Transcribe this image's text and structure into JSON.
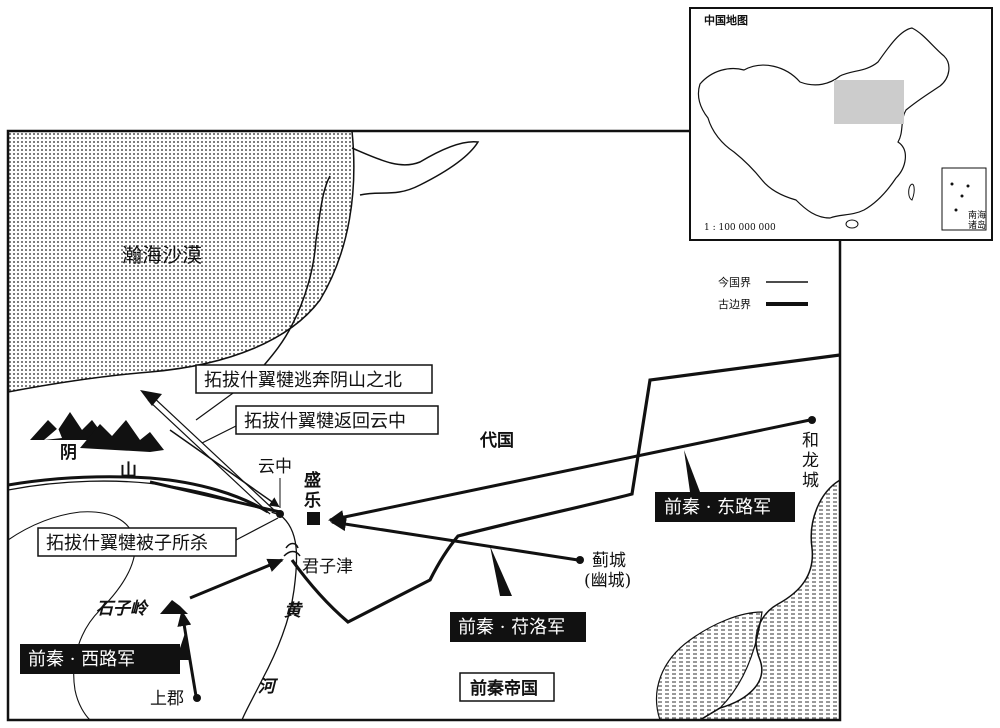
{
  "inset": {
    "title": "中国地图",
    "scale": "1 : 100 000 000",
    "south_sea_label_1": "南海",
    "south_sea_label_2": "诸岛"
  },
  "legend": {
    "modern_border": "今国界",
    "ancient_border": "古边界"
  },
  "regions": {
    "desert": "瀚海沙漠",
    "dai_state": "代国",
    "qin_empire": "前秦帝国"
  },
  "places": {
    "yunzhong": "云中",
    "shengle_1": "盛",
    "shengle_2": "乐",
    "junzijin": "君子津",
    "helong_1": "和",
    "helong_2": "龙",
    "helong_3": "城",
    "jicheng": "蓟城",
    "youcheng": "(幽城)",
    "shiziling": "石子岭",
    "shangjun": "上郡",
    "yin": "阴",
    "shan": "山",
    "huang": "黄",
    "he": "河"
  },
  "callouts": {
    "flee_north": "拓拔什翼犍逃奔阴山之北",
    "return_yunzhong": "拓拔什翼犍返回云中",
    "killed": "拓拔什翼犍被子所杀"
  },
  "armies": {
    "east": "前秦 · 东路军",
    "fu_luo": "前秦 · 苻洛军",
    "west": "前秦 · 西路军"
  },
  "colors": {
    "ink": "#111111",
    "paper": "#ffffff",
    "inset_highlight": "#cccccc"
  }
}
